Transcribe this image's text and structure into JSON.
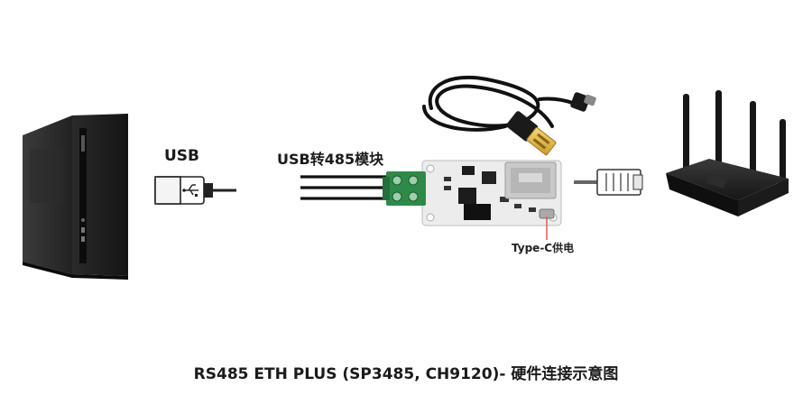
{
  "labels": {
    "usb": "USB",
    "module": "USB转485模块",
    "typec_power": "Type-C供电"
  },
  "caption": "RS485 ETH PLUS (SP3485, CH9120)- 硬件连接示意图",
  "icons": [
    "desktop-pc",
    "usb-plug",
    "usb-cable",
    "rs485-module",
    "ethernet-plug",
    "router"
  ],
  "colors": {
    "pcb": "#ececec",
    "terminal": "#2f8a4a",
    "indicator": "#e05050",
    "device": "#1e1e1e"
  }
}
